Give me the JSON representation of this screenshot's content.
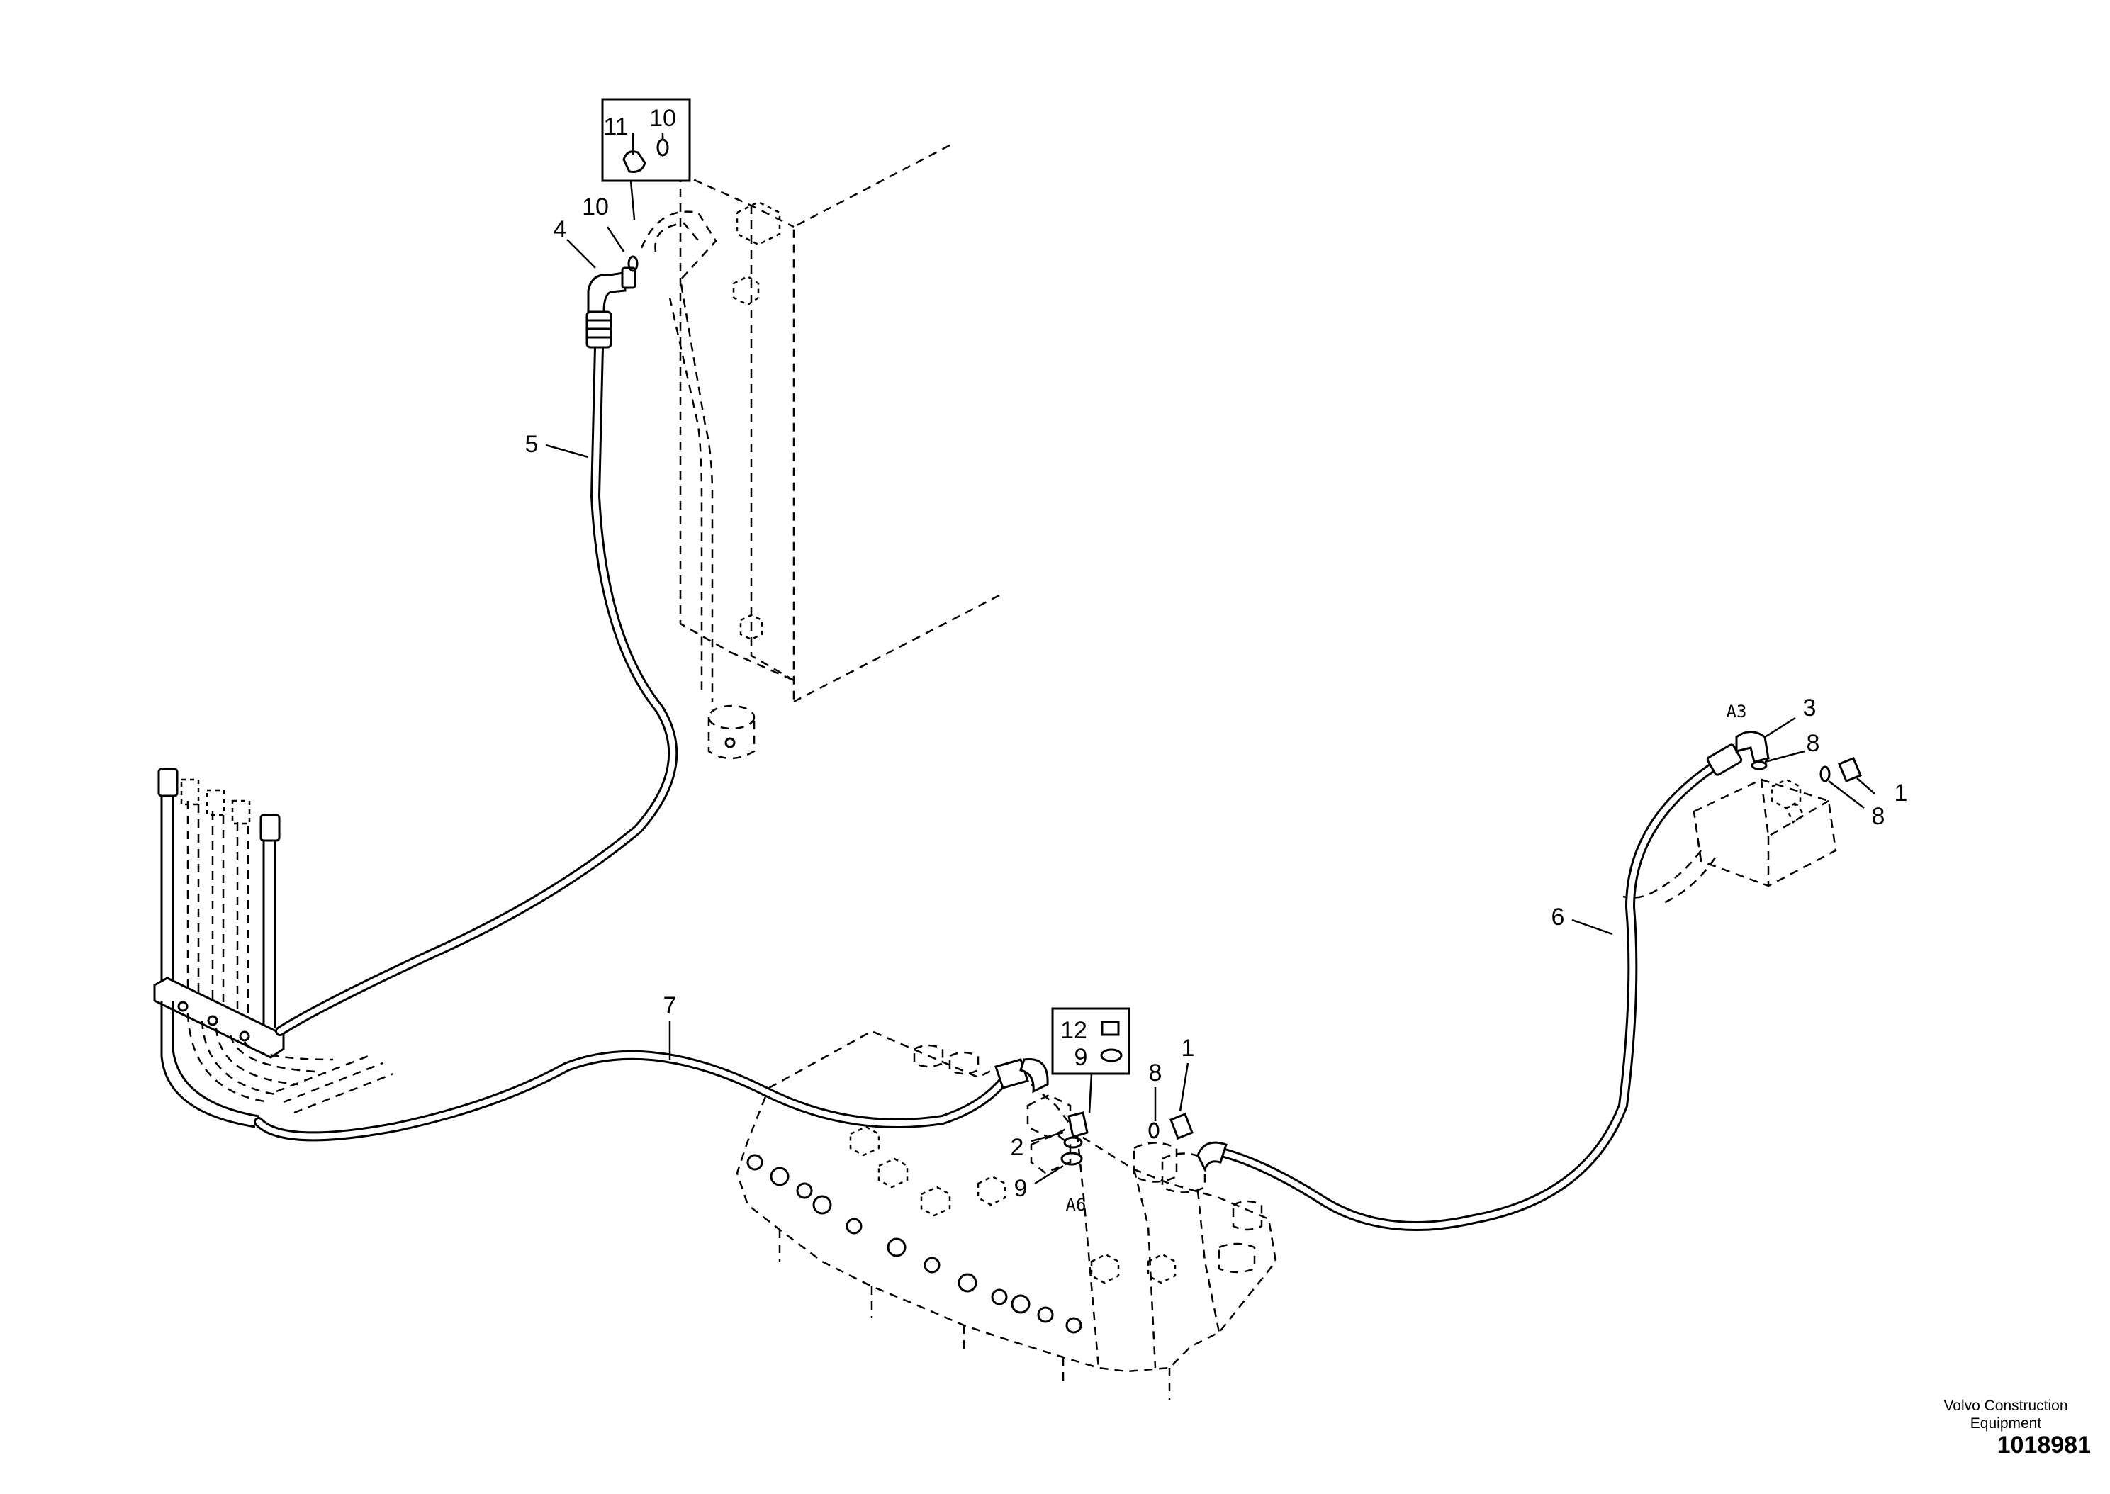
{
  "callouts": {
    "c1_left": "1",
    "c1_right": "1",
    "c2": "2",
    "c3": "3",
    "c4": "4",
    "c5": "5",
    "c6": "6",
    "c7": "7",
    "c8_mid": "8",
    "c8_top_right": "8",
    "c8_right": "8",
    "c9_box": "9",
    "c9_lower": "9",
    "c10_box": "10",
    "c10_lower": "10",
    "c11_box": "11",
    "c12_box": "12"
  },
  "ports": {
    "a3": "A3",
    "a6": "A6"
  },
  "footer": {
    "brand_line1": "Volvo Construction",
    "brand_line2": "Equipment",
    "drawing_number": "1018981"
  }
}
